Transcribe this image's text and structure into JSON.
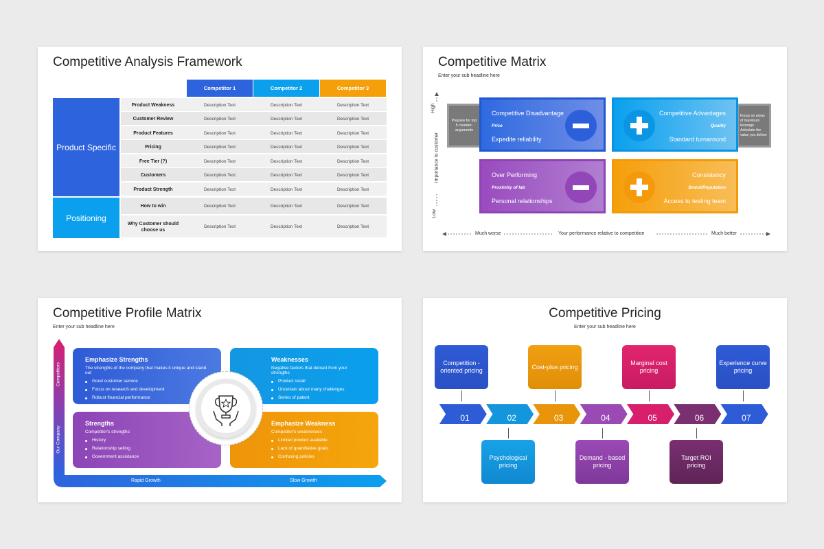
{
  "slide1": {
    "title": "Competitive Analysis Framework",
    "headers": [
      "Competitor 1",
      "Competitor 2",
      "Competitor 3"
    ],
    "group1": "Product Specific",
    "group2": "Positioning",
    "rows": [
      {
        "label": "Product Weakness",
        "cells": [
          "Description Text",
          "Description Text",
          "Description Text"
        ]
      },
      {
        "label": "Customer Review",
        "cells": [
          "Description Text",
          "Description Text",
          "Description Text"
        ]
      },
      {
        "label": "Product Features",
        "cells": [
          "Description Text",
          "Description Text",
          "Description Text"
        ]
      },
      {
        "label": "Pricing",
        "cells": [
          "Description Text",
          "Description Text",
          "Description Text"
        ]
      },
      {
        "label": "Free Tier (?)",
        "cells": [
          "Description Text",
          "Description Text",
          "Description Text"
        ]
      },
      {
        "label": "Customers",
        "cells": [
          "Description Text",
          "Description Text",
          "Description Text"
        ]
      },
      {
        "label": "Product Strength",
        "cells": [
          "Description Text",
          "Description Text",
          "Description Text"
        ]
      },
      {
        "label": "How to win",
        "cells": [
          "Description Text",
          "Description Text",
          "Description Text"
        ]
      },
      {
        "label": "Why Customer should choose us",
        "cells": [
          "Description Text",
          "Description Text",
          "Description Text"
        ]
      }
    ],
    "colors": {
      "c1": "#2e63de",
      "c2": "#0aa0ee",
      "c3": "#f5a00b",
      "side1": "#2e63de",
      "side2": "#0aa0ee"
    }
  },
  "slide2": {
    "title": "Competitive Matrix",
    "subtitle": "Enter your sub headline here",
    "y_high": "High",
    "y_label": "Importance to customer",
    "y_low": "Low",
    "x_left": "Much worse",
    "x_label": "Your performance relative to competition",
    "x_right": "Much better",
    "left_note": "Prepare for top 5 counter-arguments",
    "right_note": "Focus on areas of maximum leverage Articulate the value you deliver",
    "q1": {
      "title": "Competitive Disadvantage",
      "tag": "Price",
      "text": "Expedite reliability",
      "icon": "minus-icon"
    },
    "q2": {
      "title": "Competitive Advantages",
      "tag": "Quality",
      "text": "Standard turnaround",
      "icon": "plus-icon"
    },
    "q3": {
      "title": "Over Performing",
      "tag": "Proximity of lab",
      "text": "Personal relationships",
      "icon": "minus-icon"
    },
    "q4": {
      "title": "Consistency",
      "tag": "Brand/Reputation",
      "text": "Access to testing team",
      "icon": "plus-icon"
    }
  },
  "slide3": {
    "title": "Competitive Profile Matrix",
    "subtitle": "Enter your sub headline here",
    "axis_top": "Competitors",
    "axis_bottom": "Our Company",
    "axis_left": "Rapid Growth",
    "axis_right": "Slow Growth",
    "center_icon": "trophy-icon",
    "q1": {
      "heading": "Emphasize Strengths",
      "desc": "The strengths of the company that makes it unique and stand out",
      "items": [
        "Good customer service",
        "Focus on research and development",
        "Robust financial performance"
      ]
    },
    "q2": {
      "heading": "Weaknesses",
      "desc": "Negative factors that detract from your strengths",
      "items": [
        "Product recall",
        "Uncertain about many challenges",
        "Series of patent"
      ]
    },
    "q3": {
      "heading": "Strengths",
      "desc": "Competitor's strengths",
      "items": [
        "History",
        "Relationship selling",
        "Government assistance"
      ]
    },
    "q4": {
      "heading": "Emphasize Weakness",
      "desc": "Competitor's weaknesses",
      "items": [
        "Limited product available",
        "Lack of quantitative goals",
        "Confusing policies"
      ]
    }
  },
  "slide4": {
    "title": "Competitive Pricing",
    "subtitle": "Enter your sub headline here",
    "steps": [
      "01",
      "02",
      "03",
      "04",
      "05",
      "06",
      "07"
    ],
    "top_boxes": [
      "Competition - oriented pricing",
      "Cost-plus pricing",
      "Marginal cost pricing",
      "Experience curve pricing"
    ],
    "bottom_boxes": [
      "Psychological pricing",
      "Demand - based pricing",
      "Target ROI pricing"
    ],
    "colors": [
      "#2e5bd6",
      "#1496dc",
      "#e8950c",
      "#9b4ab5",
      "#d81f6e",
      "#7a2f70",
      "#2e5bd6"
    ]
  }
}
